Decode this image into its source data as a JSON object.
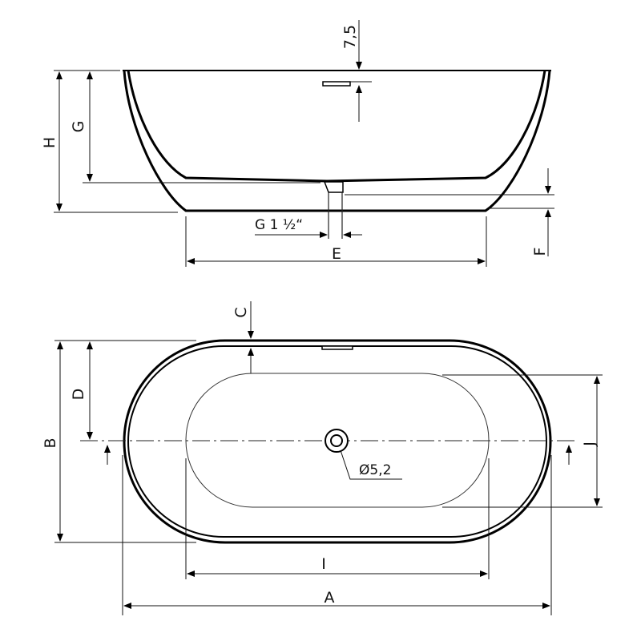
{
  "drawing": {
    "side_view": {
      "labels": {
        "top_rim": "7,5",
        "height": "H",
        "inner_depth": "G",
        "drain_thread": "G 1 ½“",
        "base_width": "E",
        "base_gap": "F"
      }
    },
    "top_view": {
      "labels": {
        "rim_top": "C",
        "half_width": "D",
        "width": "B",
        "drain_diameter": "Ø5,2",
        "inner_length": "I",
        "length": "A",
        "inner_width": "J"
      }
    }
  }
}
